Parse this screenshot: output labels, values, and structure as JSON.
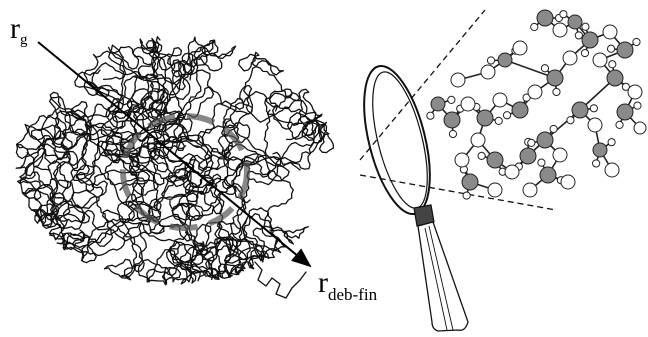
{
  "labels": {
    "r_main": "r",
    "r_g_sub": "g",
    "r_end_main": "r",
    "r_end_sub": "deb-fin"
  },
  "colors": {
    "ink": "#111111",
    "atom_dark": "#8a8a8a",
    "atom_light": "#ffffff",
    "background": "#ffffff"
  },
  "icons": {
    "magnifier": "magnifier-icon",
    "polymer": "polymer-coil",
    "molecule": "ball-and-stick-molecule"
  }
}
